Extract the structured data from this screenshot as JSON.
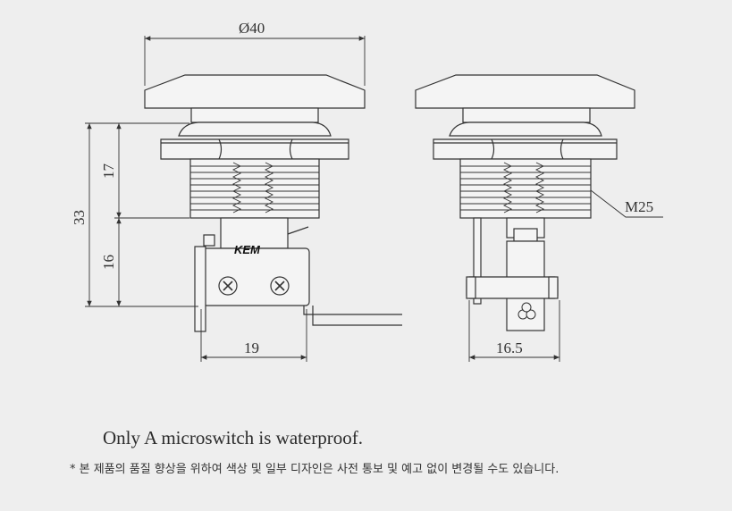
{
  "dimensions": {
    "diameter": "Ø40",
    "height_total": "33",
    "height_upper": "17",
    "height_lower": "16",
    "width_front": "19",
    "width_side": "16.5",
    "thread": "M25"
  },
  "brand_label": "KEM",
  "caption": "Only A microswitch is waterproof.",
  "note": "* 본 제품의 품질 향상을 위하여 색상 및 일부 디자인은 사전 통보 및 예고 없이 변경될 수도 있습니다.",
  "colors": {
    "background": "#eeeeee",
    "line": "#333333"
  }
}
